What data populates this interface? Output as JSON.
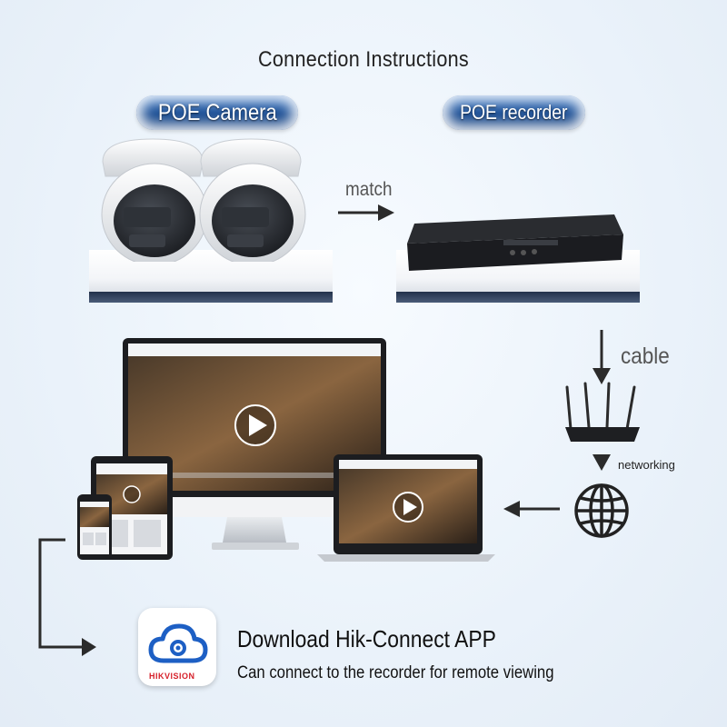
{
  "title": "Connection Instructions",
  "camera_label": "POE Camera",
  "recorder_label": "POE recorder",
  "match_label": "match",
  "cable_label": "cable",
  "networking_label": "networking",
  "app": {
    "title": "Download Hik-Connect APP",
    "subtitle": "Can connect to the recorder for remote viewing",
    "logo_text": "HIKVISION"
  },
  "colors": {
    "pill": "#1a4d93",
    "arrow": "#2b2b2b",
    "hik_red": "#d6202a"
  },
  "icons": [
    "dome-camera-icon",
    "nvr-icon",
    "router-icon",
    "globe-icon",
    "cloud-app-icon",
    "play-icon"
  ]
}
